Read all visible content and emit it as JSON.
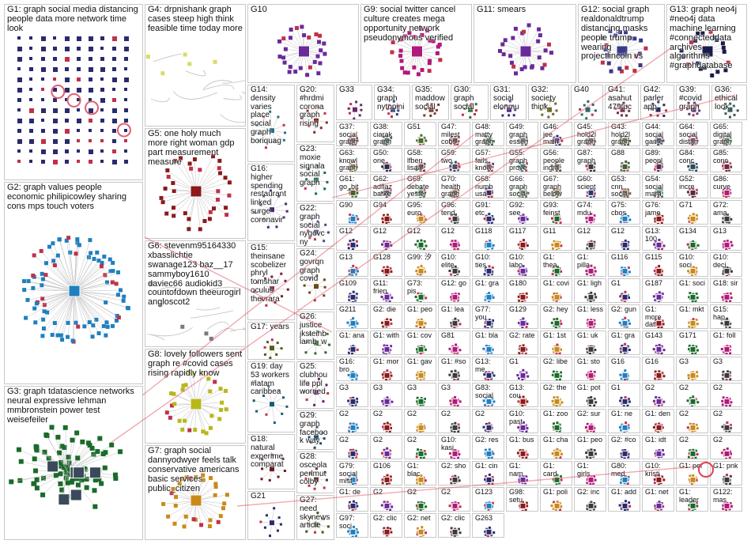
{
  "title": "",
  "colors": {
    "G1": "#2a2a6e",
    "G2": "#1f7fbf",
    "G3": "#1a6b2a",
    "G4": "#d9d96a",
    "G5": "#8b1a1a",
    "G6": "#7a7a7a",
    "G7": "#c98a1a",
    "G8": "#b8b81a",
    "G9": "#b01a7a",
    "G10": "#6a2a9a",
    "G11": "#6a2a9a",
    "G12": "#3a3a8a",
    "G13": "#1a1a4a",
    "edge": "#bdbdbd",
    "highlight": "#e04050"
  },
  "groups": [
    {
      "id": "G1",
      "label": "G1: graph social media distancing people data more network time look",
      "color": "#2a2a6e"
    },
    {
      "id": "G2",
      "label": "G2: graph values people economic philipicowley sharing cons mps touch voters",
      "color": "#1f7fbf"
    },
    {
      "id": "G3",
      "label": "G3: graph tdatascience networks neural expressive lehman mmbronstein power test weisefeiler",
      "color": "#1a6b2a"
    },
    {
      "id": "G4",
      "label": "G4: drpnishank graph cases steep high think feasible time today more",
      "color": "#d9d96a"
    },
    {
      "id": "G5",
      "label": "G5: one holy much more right woman gdp part measurement measure",
      "color": "#8b1a1a"
    },
    {
      "id": "G6",
      "label": "G6: stevenm95164330 xbasslichtie swanage123 baz__17 sammyboy1610 daviec66 audiokid3 countofdown theeurogirl angloscot2",
      "color": "#7a7a7a"
    },
    {
      "id": "G8",
      "label": "G8: lovely followers sent graph re #covid cases rising rapidly know",
      "color": "#b8b81a"
    },
    {
      "id": "G7",
      "label": "G7: graph social dannyodwyer feels talk conservative americans basic services public_citizen",
      "color": "#c98a1a"
    },
    {
      "id": "G10",
      "label": "G10",
      "color": "#6a2a9a"
    },
    {
      "id": "G9",
      "label": "G9: social twitter cancel culture creates mega opportunity network pseudonymous verified",
      "color": "#b01a7a"
    },
    {
      "id": "G11",
      "label": "G11: smears",
      "color": "#6a2a9a"
    },
    {
      "id": "G12",
      "label": "G12: social graph realdonaldtrump distancing masks people trump wearing projectlincoln vs",
      "color": "#3a3a8a"
    },
    {
      "id": "G13",
      "label": "G13: graph neo4j #neo4j data machine learning #connecteddata archives algorithms #graphdatabase",
      "color": "#1a1a4a"
    },
    {
      "id": "G14",
      "label": "G14: density varies place social graph boriquag",
      "color": "#2a6e8a"
    },
    {
      "id": "G16",
      "label": "G16: higher spending restaurant linked surge coronavir",
      "color": "#4a2a6e"
    },
    {
      "id": "G15",
      "label": "G15: theinsane scobelizer phryl tomshar oculus thevrara",
      "color": "#7a1a3a"
    },
    {
      "id": "G17",
      "label": "G17: years",
      "color": "#5a5a1a"
    },
    {
      "id": "G19",
      "label": "G19: day 53 workers #latam caribbea",
      "color": "#1a5a7a"
    },
    {
      "id": "G18",
      "label": "G18: natural experime comparat",
      "color": "#6a1a1a"
    },
    {
      "id": "G21",
      "label": "G21",
      "color": "#2a2a6e"
    },
    {
      "id": "G20",
      "label": "G20: #hrdmi corona graph rising",
      "color": "#8a2a1a"
    },
    {
      "id": "G23",
      "label": "G23: moxie signala social graph",
      "color": "#1a6a4a"
    },
    {
      "id": "G22",
      "label": "G22: graph social nygovc ny",
      "color": "#4a4a8a"
    },
    {
      "id": "G24",
      "label": "G24: govrqn graph covid",
      "color": "#6a4a1a"
    },
    {
      "id": "G26",
      "label": "G26: justice jksteinb lamb_w",
      "color": "#2a6a2a"
    },
    {
      "id": "G25",
      "label": "G25: clubhou life ppl worried",
      "color": "#6a1a6a"
    },
    {
      "id": "G29",
      "label": "G29: graph facebook way",
      "color": "#1a4a6a"
    },
    {
      "id": "G28",
      "label": "G28: osceola perlmut colby",
      "color": "#5a2a2a"
    },
    {
      "id": "G27",
      "label": "G27: need skynews article",
      "color": "#3a5a1a"
    },
    {
      "id": "G33",
      "label": "G33",
      "color": "#6a2a6a"
    },
    {
      "id": "G34",
      "label": "G34: graph nytopini",
      "color": "#2a3a7a"
    },
    {
      "id": "G35",
      "label": "G35: maddow social",
      "color": "#7a3a2a"
    },
    {
      "id": "G30",
      "label": "G30: graph social",
      "color": "#3a6a3a"
    },
    {
      "id": "G31",
      "label": "G31: social elonmu",
      "color": "#4a2a7a"
    },
    {
      "id": "G32",
      "label": "G32: society think",
      "color": "#6a6a2a"
    },
    {
      "id": "G40",
      "label": "G40",
      "color": "#2a6a6a"
    },
    {
      "id": "G41",
      "label": "G41: asahut 479tuc",
      "color": "#7a2a4a"
    },
    {
      "id": "G42",
      "label": "G42: parler app",
      "color": "#2a2a5a"
    },
    {
      "id": "G39",
      "label": "G39: #covid graph",
      "color": "#5a3a6a"
    },
    {
      "id": "G36",
      "label": "G36: ethical look",
      "color": "#3a5a5a"
    },
    {
      "id": "G37",
      "label": "G37: social graph urbit",
      "color": "#6a3a3a"
    },
    {
      "id": "G38",
      "label": "G38: ciarak graph paper",
      "color": "#2a4a4a"
    },
    {
      "id": "G51",
      "label": "G51",
      "color": "#4a6a2a"
    },
    {
      "id": "G47",
      "label": "G47: milest cobs",
      "color": "#6a2a2a"
    },
    {
      "id": "G48",
      "label": "G48: matty graph",
      "color": "#2a5a3a"
    },
    {
      "id": "G49",
      "label": "G49: graph essen",
      "color": "#5a5a5a"
    },
    {
      "id": "G46",
      "label": "G46: jee main",
      "color": "#3a2a6a"
    },
    {
      "id": "G45",
      "label": "G45: hold2l graph",
      "color": "#6a4a4a"
    },
    {
      "id": "G43",
      "label": "G43: hold2l graph",
      "color": "#4a4a2a"
    },
    {
      "id": "G44",
      "label": "G44: social game",
      "color": "#2a3a5a"
    },
    {
      "id": "G64",
      "label": "G64: social distan",
      "color": "#5a2a5a"
    },
    {
      "id": "G65",
      "label": "G65: digital graph",
      "color": "#3a6a4a"
    },
    {
      "id": "G63",
      "label": "G63: knowl graph",
      "color": "#6a5a2a"
    },
    {
      "id": "G50",
      "label": "G50: one",
      "color": "#2a2a4a"
    },
    {
      "id": "G58",
      "label": "G58: lfben lisaa",
      "color": "#5a3a3a"
    },
    {
      "id": "G59",
      "label": "G59: two",
      "color": "#3a4a6a"
    },
    {
      "id": "G57",
      "label": "G57: fails know",
      "color": "#6a3a5a"
    },
    {
      "id": "G55",
      "label": "G55: graph prove",
      "color": "#2a5a5a"
    },
    {
      "id": "G56",
      "label": "G56: people ingra",
      "color": "#5a4a3a"
    },
    {
      "id": "G87",
      "label": "G87: graph",
      "color": "#3a3a3a"
    },
    {
      "id": "G88",
      "label": "G88",
      "color": "#4a5a3a"
    },
    {
      "id": "G89",
      "label": "G89: peopl",
      "color": "#5a2a4a"
    },
    {
      "id": "G84",
      "label": "G84: conc",
      "color": "#2a4a5a"
    },
    {
      "id": "G85",
      "label": "G85: conc",
      "color": "#6a2a3a"
    },
    {
      "id": "G61",
      "label": "G61: go_bit",
      "color": "#3a5a2a"
    },
    {
      "id": "G62",
      "label": "G62: adflaz barke",
      "color": "#5a3a5a"
    },
    {
      "id": "G69",
      "label": "G69: debate yester",
      "color": "#2a6a3a"
    },
    {
      "id": "G70",
      "label": "G70: health graph",
      "color": "#6a3a2a"
    },
    {
      "id": "G68",
      "label": "G68: numb usa",
      "color": "#3a2a5a"
    },
    {
      "id": "G66",
      "label": "G66: graph social",
      "color": "#4a6a4a"
    },
    {
      "id": "G67",
      "label": "G67: graph below",
      "color": "#5a5a2a"
    },
    {
      "id": "G60",
      "label": "G60: scient",
      "color": "#2a3a6a"
    },
    {
      "id": "G53",
      "label": "G53: cnn social",
      "color": "#6a4a2a"
    },
    {
      "id": "G54",
      "label": "G54: social mara",
      "color": "#3a6a5a"
    },
    {
      "id": "G52",
      "label": "G52: incre",
      "color": "#5a2a3a"
    }
  ],
  "small_labels": [
    "G86: curve",
    "G90",
    "G94",
    "G95: euro",
    "G96: tend",
    "G91: etc",
    "G92: see",
    "G93: feinst",
    "G74: mdu",
    "G75: cbos",
    "G76: jame",
    "G71",
    "G72: ama",
    "G12",
    "G12",
    "G12",
    "G12",
    "G118",
    "G117",
    "G11",
    "G12",
    "G12",
    "G13: 100",
    "G134",
    "G13",
    "G13",
    "G128",
    "G99: 汐",
    "G10: elite",
    "G10: ties",
    "G10: labo",
    "G1: thea",
    "G1: pilla",
    "G116",
    "G115",
    "G10: soci",
    "G10: deci",
    "G109",
    "G11: frien",
    "G73: pis",
    "G12: go",
    "G1: gra",
    "G180",
    "G1: covi",
    "G1: ligh",
    "G1",
    "G187",
    "G1: soci",
    "G18: sir",
    "G211",
    "G2: die",
    "G1: peo",
    "G1: lea",
    "G77: you",
    "G129",
    "G2: hey",
    "G1: less",
    "G2: gun",
    "G1: more dat",
    "G1: mkt",
    "G15: hap",
    "G1: ana",
    "G1: with",
    "G1: cov",
    "G81",
    "G1: bla",
    "G2: rate",
    "G1: 1st",
    "G1: uk",
    "G1: gra",
    "G143",
    "G171",
    "G1: foll",
    "G16: bro",
    "G1: mor",
    "G1: gav",
    "G1: #so",
    "G13: me",
    "G1",
    "G2: libe",
    "G1: sto",
    "G16",
    "G16",
    "G3",
    "G3",
    "G3",
    "G3",
    "G3",
    "G3",
    "G83: social",
    "G13: cou",
    "G2: the",
    "G1: pot",
    "G1",
    "G2",
    "G2",
    "G2",
    "G2",
    "G2",
    "G2",
    "G2",
    "G2",
    "G10: past",
    "G1: zoo",
    "G2: sur",
    "G1: ne",
    "G1: den",
    "G2",
    "G2",
    "G2",
    "G2",
    "G2",
    "G10: kasi",
    "G2: res",
    "G1: bus",
    "G1: cha",
    "G1: peo",
    "G2: #co",
    "G1: idt",
    "G2",
    "G2",
    "G79: social mist",
    "G106",
    "G1: blac",
    "G2: sho",
    "G1: cin",
    "G1: nam",
    "G1: card",
    "G1: girls",
    "G80: med",
    "G10: kristi",
    "G1: per",
    "G1: pnk",
    "G1: de",
    "G2",
    "G2",
    "G2",
    "G123",
    "G98: setu",
    "G1: poli",
    "G2: inc",
    "G1: add",
    "G1: net",
    "G1: leader",
    "G122: mas",
    "G97: soci",
    "G2: clic",
    "G2: net",
    "G2: clic",
    "G263"
  ]
}
